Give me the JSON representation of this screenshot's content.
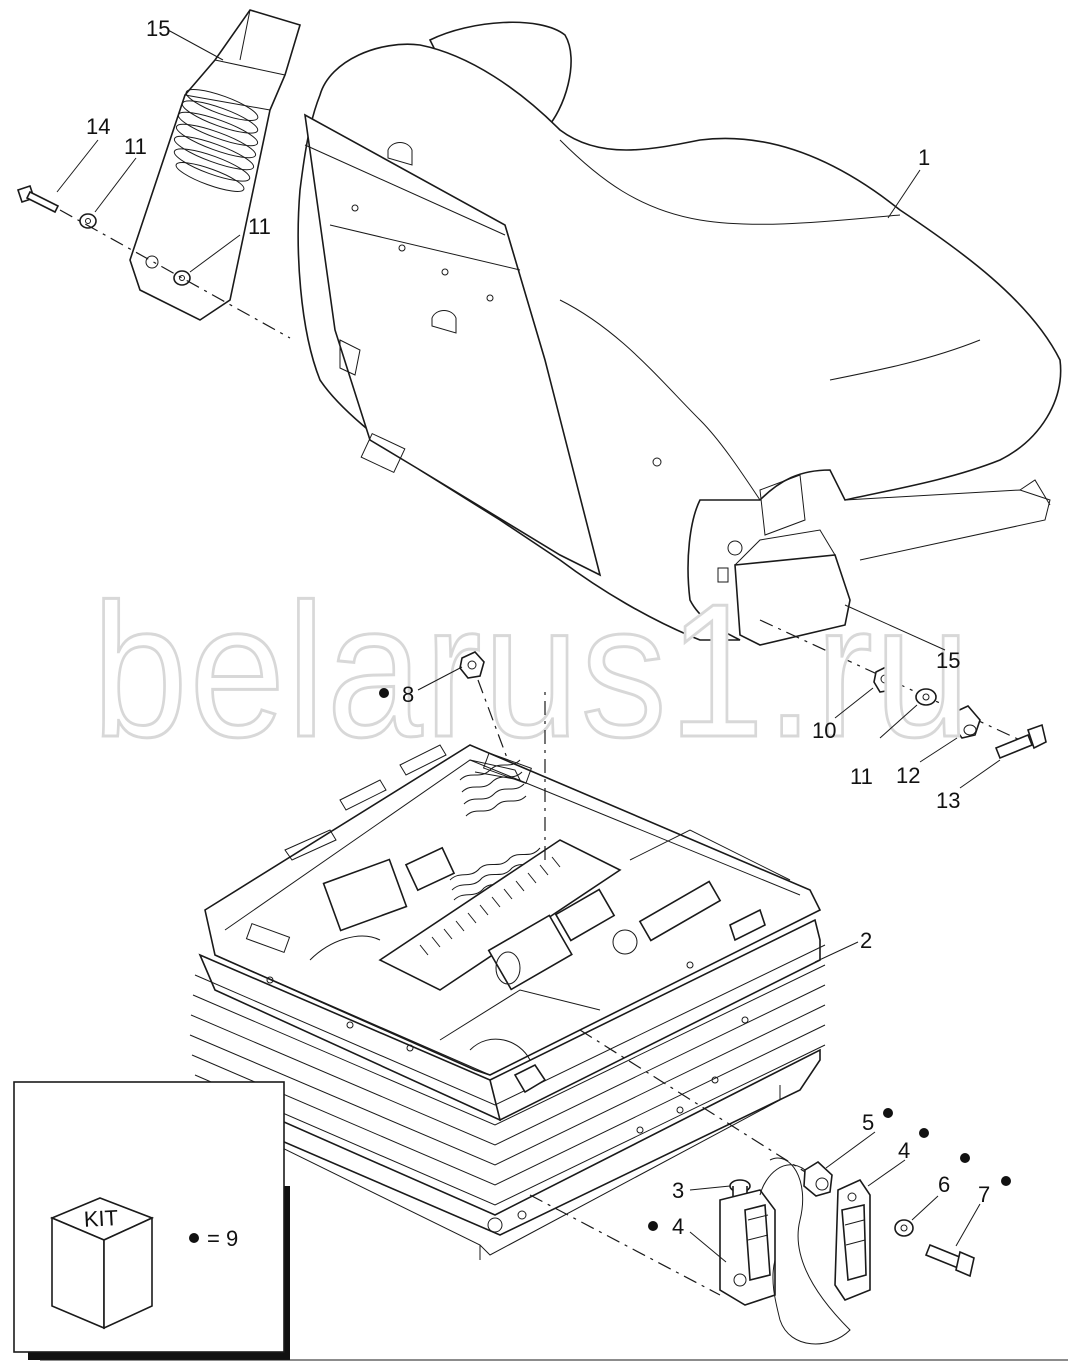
{
  "watermark": "belarus1.ru",
  "callouts": {
    "c1": "1",
    "c2": "2",
    "c3": "3",
    "c4a": "4",
    "c4b": "4",
    "c5": "5",
    "c6": "6",
    "c7": "7",
    "c8": "8",
    "c10": "10",
    "c11a": "11",
    "c11b": "11",
    "c11c": "11",
    "c12": "12",
    "c13": "13",
    "c14": "14",
    "c15a": "15",
    "c15b": "15"
  },
  "kit_box": {
    "cube_label": "KIT",
    "legend": "= 9"
  },
  "colors": {
    "line": "#1a1a1a",
    "marker": "#111111",
    "watermark_outline": "#d8d8d8"
  }
}
